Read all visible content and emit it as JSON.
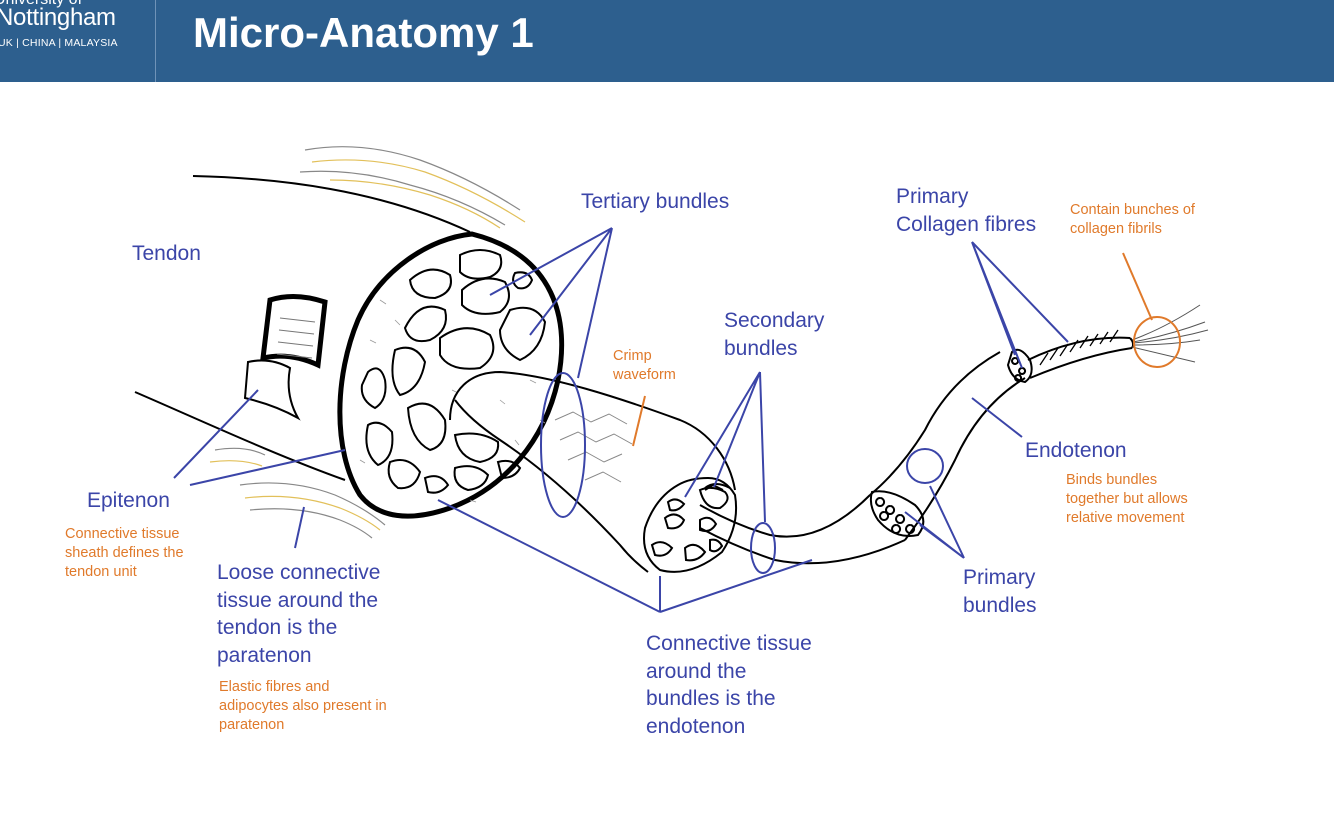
{
  "header": {
    "logo": {
      "line1": "University of",
      "line2": "Nottingham",
      "line3": "UK | CHINA | MALAYSIA"
    },
    "title": "Micro-Anatomy 1",
    "background_color": "#2d5f8e"
  },
  "labels": {
    "tendon": "Tendon",
    "tertiary_bundles": "Tertiary bundles",
    "primary_collagen_fibres": "Primary\nCollagen fibres",
    "secondary_bundles": "Secondary\nbundles",
    "epitenon": "Epitenon",
    "endotenon": "Endotenon",
    "loose_connective": "Loose connective\ntissue around the\ntendon is the\nparatenon",
    "connective_tissue": "Connective tissue\naround the\nbundles is the\nendotenon",
    "primary_bundles": "Primary\nbundles"
  },
  "notes": {
    "contain_bunches": "Contain bunches of\ncollagen fibrils",
    "crimp_waveform": "Crimp\nwaveform",
    "epitenon_note": "Connective tissue\nsheath defines the\ntendon unit",
    "endotenon_note": "Binds bundles\ntogether but allows\nrelative movement",
    "paratenon_note": "Elastic fibres and\nadipocytes also present in\nparatenon"
  },
  "colors": {
    "label": "#3b45a8",
    "note": "#e07a2b",
    "drawing": "#000000"
  }
}
